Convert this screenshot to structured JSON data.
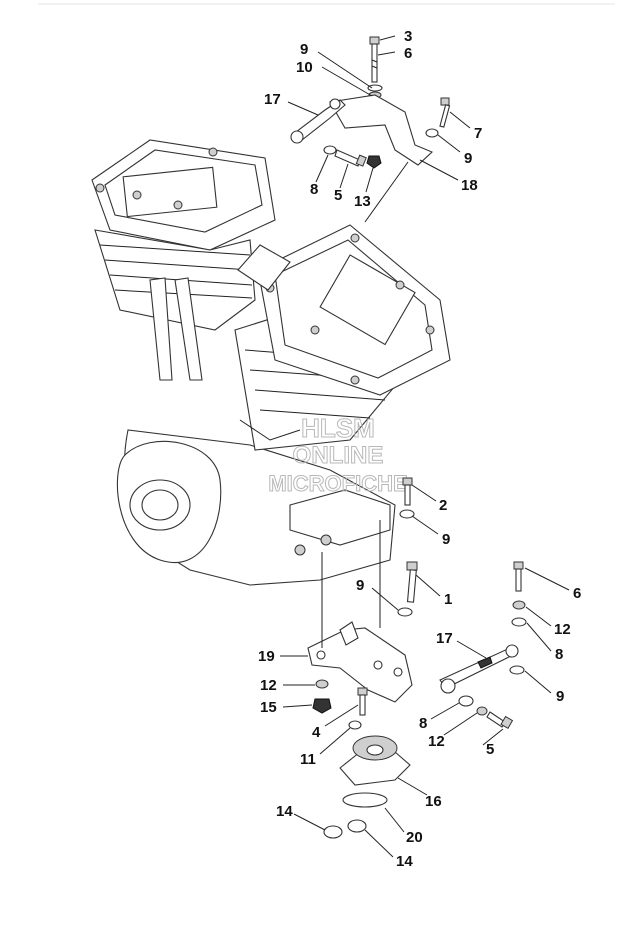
{
  "watermark": {
    "line1": "HLSM",
    "line2": "ONLINE",
    "line3": "MICROFICHE"
  },
  "callouts": [
    {
      "id": "c-3",
      "text": "3"
    },
    {
      "id": "c-6a",
      "text": "6"
    },
    {
      "id": "c-9a",
      "text": "9"
    },
    {
      "id": "c-10",
      "text": "10"
    },
    {
      "id": "c-17a",
      "text": "17"
    },
    {
      "id": "c-7",
      "text": "7"
    },
    {
      "id": "c-9b",
      "text": "9"
    },
    {
      "id": "c-8a",
      "text": "8"
    },
    {
      "id": "c-5a",
      "text": "5"
    },
    {
      "id": "c-13",
      "text": "13"
    },
    {
      "id": "c-18",
      "text": "18"
    },
    {
      "id": "c-2",
      "text": "2"
    },
    {
      "id": "c-9c",
      "text": "9"
    },
    {
      "id": "c-9d",
      "text": "9"
    },
    {
      "id": "c-1",
      "text": "1"
    },
    {
      "id": "c-6b",
      "text": "6"
    },
    {
      "id": "c-12a",
      "text": "12"
    },
    {
      "id": "c-17b",
      "text": "17"
    },
    {
      "id": "c-8b",
      "text": "8"
    },
    {
      "id": "c-19",
      "text": "19"
    },
    {
      "id": "c-9e",
      "text": "9"
    },
    {
      "id": "c-12b",
      "text": "12"
    },
    {
      "id": "c-15",
      "text": "15"
    },
    {
      "id": "c-4",
      "text": "4"
    },
    {
      "id": "c-8c",
      "text": "8"
    },
    {
      "id": "c-12c",
      "text": "12"
    },
    {
      "id": "c-5b",
      "text": "5"
    },
    {
      "id": "c-11",
      "text": "11"
    },
    {
      "id": "c-16",
      "text": "16"
    },
    {
      "id": "c-14a",
      "text": "14"
    },
    {
      "id": "c-20",
      "text": "20"
    },
    {
      "id": "c-14b",
      "text": "14"
    }
  ]
}
